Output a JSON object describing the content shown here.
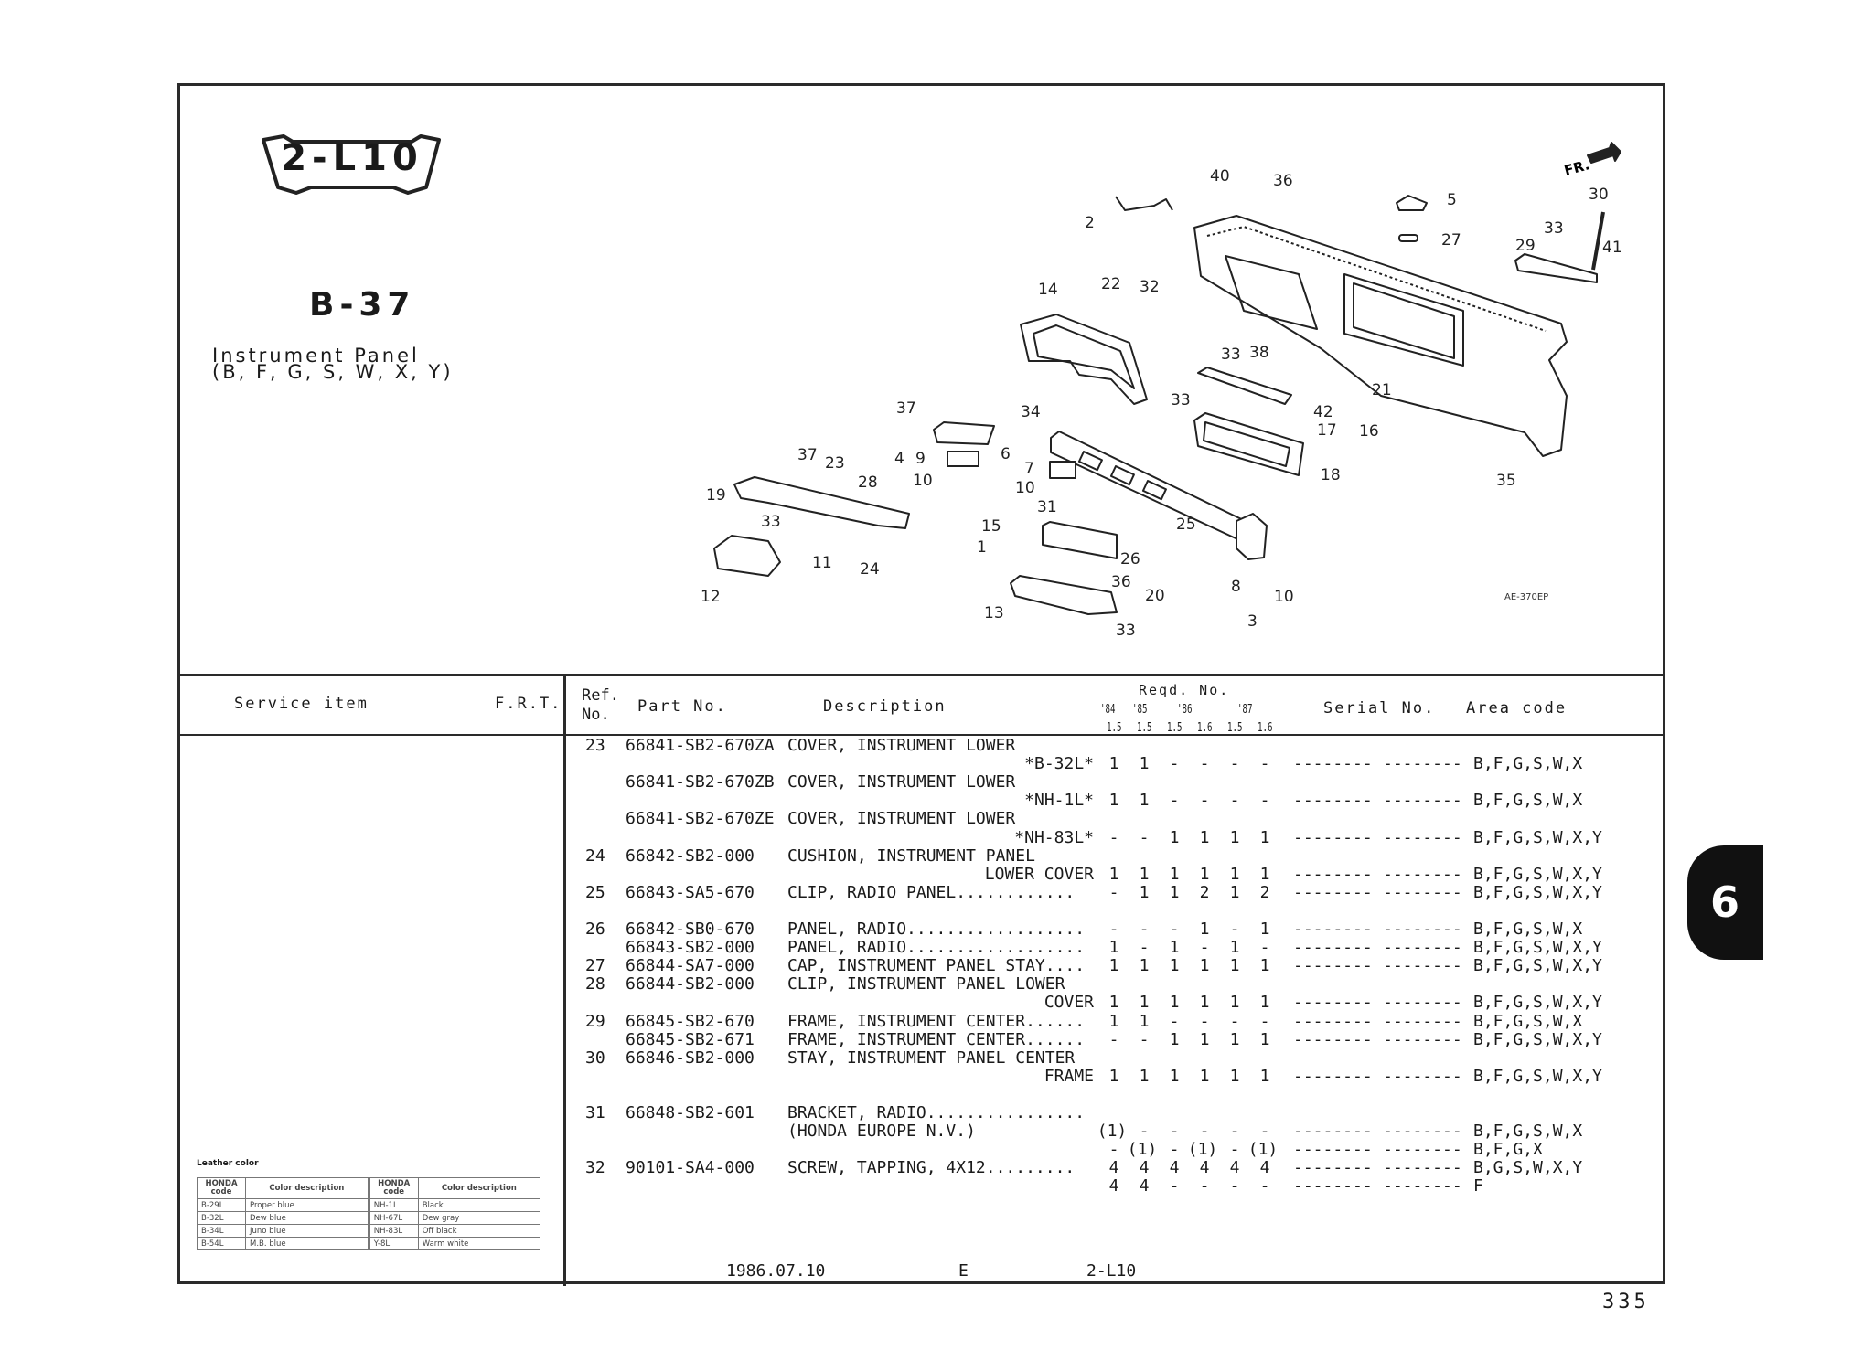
{
  "header": {
    "group_code": "2-L10",
    "block_number": "B-37",
    "title": "Instrument Panel",
    "areas": "(B, F, G, S, W, X, Y)"
  },
  "diagram": {
    "front_label": "FR.",
    "drawing_code": "AE-370EP",
    "callouts": [
      "40",
      "36",
      "5",
      "30",
      "2",
      "27",
      "33",
      "29",
      "41",
      "14",
      "22",
      "32",
      "33",
      "38",
      "21",
      "34",
      "33",
      "42",
      "17",
      "16",
      "37",
      "4",
      "9",
      "10",
      "6",
      "7",
      "10",
      "18",
      "35",
      "37",
      "23",
      "28",
      "19",
      "33",
      "31",
      "25",
      "15",
      "1",
      "26",
      "11",
      "24",
      "36",
      "20",
      "8",
      "10",
      "12",
      "13",
      "33",
      "3"
    ]
  },
  "service_header": {
    "service_item": "Service   item",
    "frt": "F.R.T."
  },
  "table": {
    "headers": {
      "ref": "Ref.",
      "ref2": "No.",
      "part_no": "Part No.",
      "description": "Description",
      "reqd": "Reqd. No.",
      "years": [
        "'84",
        "'85",
        "'86",
        "'87"
      ],
      "engines": [
        "1.5",
        "1.5",
        "1.5",
        "1.6",
        "1.5",
        "1.6"
      ],
      "serial": "Serial No.",
      "area": "Area code"
    },
    "lines": [
      {
        "ref": "23",
        "part": "66841-SB2-670ZA",
        "desc": "COVER, INSTRUMENT LOWER"
      },
      {
        "suffix": "*B-32L*",
        "qty": [
          "1",
          "1",
          "-",
          "-",
          "-",
          "-"
        ],
        "s1": "--------",
        "s2": "--------",
        "area": "B,F,G,S,W,X"
      },
      {
        "part": "66841-SB2-670ZB",
        "desc": "COVER, INSTRUMENT LOWER"
      },
      {
        "suffix": "*NH-1L*",
        "qty": [
          "1",
          "1",
          "-",
          "-",
          "-",
          "-"
        ],
        "s1": "--------",
        "s2": "--------",
        "area": "B,F,G,S,W,X"
      },
      {
        "part": "66841-SB2-670ZE",
        "desc": "COVER, INSTRUMENT LOWER"
      },
      {
        "suffix": "*NH-83L*",
        "qty": [
          "-",
          "-",
          "1",
          "1",
          "1",
          "1"
        ],
        "s1": "--------",
        "s2": "--------",
        "area": "B,F,G,S,W,X,Y"
      },
      {
        "ref": "24",
        "part": "66842-SB2-000",
        "desc": "CUSHION, INSTRUMENT PANEL"
      },
      {
        "suffix": "LOWER COVER",
        "qty": [
          "1",
          "1",
          "1",
          "1",
          "1",
          "1"
        ],
        "s1": "--------",
        "s2": "--------",
        "area": "B,F,G,S,W,X,Y"
      },
      {
        "ref": "25",
        "part": "66843-SA5-670",
        "desc": "CLIP, RADIO PANEL............",
        "qty": [
          "-",
          "1",
          "1",
          "2",
          "1",
          "2"
        ],
        "s1": "--------",
        "s2": "--------",
        "area": "B,F,G,S,W,X,Y"
      },
      {},
      {
        "ref": "26",
        "part": "66842-SB0-670",
        "desc": "PANEL, RADIO..................",
        "qty": [
          "-",
          "-",
          "-",
          "1",
          "-",
          "1"
        ],
        "s1": "--------",
        "s2": "--------",
        "area": "B,F,G,S,W,X"
      },
      {
        "part": "66843-SB2-000",
        "desc": "PANEL, RADIO..................",
        "qty": [
          "1",
          "-",
          "1",
          "-",
          "1",
          "-"
        ],
        "s1": "--------",
        "s2": "--------",
        "area": "B,F,G,S,W,X,Y"
      },
      {
        "ref": "27",
        "part": "66844-SA7-000",
        "desc": "CAP, INSTRUMENT PANEL STAY....",
        "qty": [
          "1",
          "1",
          "1",
          "1",
          "1",
          "1"
        ],
        "s1": "--------",
        "s2": "--------",
        "area": "B,F,G,S,W,X,Y"
      },
      {
        "ref": "28",
        "part": "66844-SB2-000",
        "desc": "CLIP, INSTRUMENT PANEL LOWER"
      },
      {
        "suffix": "COVER",
        "qty": [
          "1",
          "1",
          "1",
          "1",
          "1",
          "1"
        ],
        "s1": "--------",
        "s2": "--------",
        "area": "B,F,G,S,W,X,Y"
      },
      {
        "ref": "29",
        "part": "66845-SB2-670",
        "desc": "FRAME, INSTRUMENT CENTER......",
        "qty": [
          "1",
          "1",
          "-",
          "-",
          "-",
          "-"
        ],
        "s1": "--------",
        "s2": "--------",
        "area": "B,F,G,S,W,X"
      },
      {
        "part": "66845-SB2-671",
        "desc": "FRAME, INSTRUMENT CENTER......",
        "qty": [
          "-",
          "-",
          "1",
          "1",
          "1",
          "1"
        ],
        "s1": "--------",
        "s2": "--------",
        "area": "B,F,G,S,W,X,Y"
      },
      {
        "ref": "30",
        "part": "66846-SB2-000",
        "desc": "STAY, INSTRUMENT PANEL CENTER"
      },
      {
        "suffix": "FRAME",
        "qty": [
          "1",
          "1",
          "1",
          "1",
          "1",
          "1"
        ],
        "s1": "--------",
        "s2": "--------",
        "area": "B,F,G,S,W,X,Y"
      },
      {},
      {
        "ref": "31",
        "part": "66848-SB2-601",
        "desc": "BRACKET, RADIO................"
      },
      {
        "desc": "(HONDA EUROPE N.V.)",
        "qty": [
          "(1)",
          "-",
          "-",
          "-",
          "-",
          "-"
        ],
        "s1": "--------",
        "s2": "--------",
        "area": "B,F,G,S,W,X"
      },
      {
        "qty": [
          "-",
          "(1)",
          "-",
          "(1)",
          "-",
          "(1)"
        ],
        "s1": "--------",
        "s2": "--------",
        "area": "B,F,G,X"
      },
      {
        "ref": "32",
        "part": "90101-SA4-000",
        "desc": "SCREW, TAPPING, 4X12.........",
        "qty": [
          "4",
          "4",
          "4",
          "4",
          "4",
          "4"
        ],
        "s1": "--------",
        "s2": "--------",
        "area": "B,G,S,W,X,Y"
      },
      {
        "qty": [
          "4",
          "4",
          "-",
          "-",
          "-",
          "-"
        ],
        "s1": "--------",
        "s2": "--------",
        "area": "F"
      }
    ]
  },
  "leather_color": {
    "caption": "Leather color",
    "headers": [
      "HONDA code",
      "Color description",
      "HONDA code",
      "Color description"
    ],
    "rows": [
      [
        "B-29L",
        "Proper blue",
        "NH-1L",
        "Black"
      ],
      [
        "B-32L",
        "Dew blue",
        "NH-67L",
        "Dew gray"
      ],
      [
        "B-34L",
        "Juno blue",
        "NH-83L",
        "Off black"
      ],
      [
        "B-54L",
        "M.B. blue",
        "Y-8L",
        "Warm white"
      ]
    ]
  },
  "footer": {
    "date": "1986.07.10",
    "edition": "E",
    "group_code": "2-L10",
    "page_number": "335"
  },
  "section_tab": {
    "number": "6"
  }
}
